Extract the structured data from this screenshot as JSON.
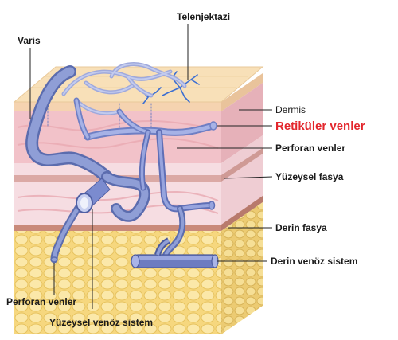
{
  "labels": {
    "telenjektazi": "Telenjektazi",
    "varis": "Varis",
    "dermis": "Dermis",
    "retikuler_venler": "Retiküler venler",
    "perforan_venler_right": "Perforan venler",
    "yuzeysel_fasya": "Yüzeysel fasya",
    "derin_fasya": "Derin fasya",
    "derin_venoz_sistem": "Derin venöz sistem",
    "perforan_venler_left": "Perforan venler",
    "yuzeysel_venoz_sistem": "Yüzeysel venöz sistem"
  },
  "colors": {
    "skin_top": "#f4d7a8",
    "dermis": "#f3c9cf",
    "subcutis": "#f7dfe3",
    "fascia": "#c98a7a",
    "fat": "#f7d98a",
    "vein": "#8f9ed6",
    "vein_dark": "#5b6cae",
    "telangiectasia": "#3b6fd0",
    "highlight": "#e3262c"
  }
}
